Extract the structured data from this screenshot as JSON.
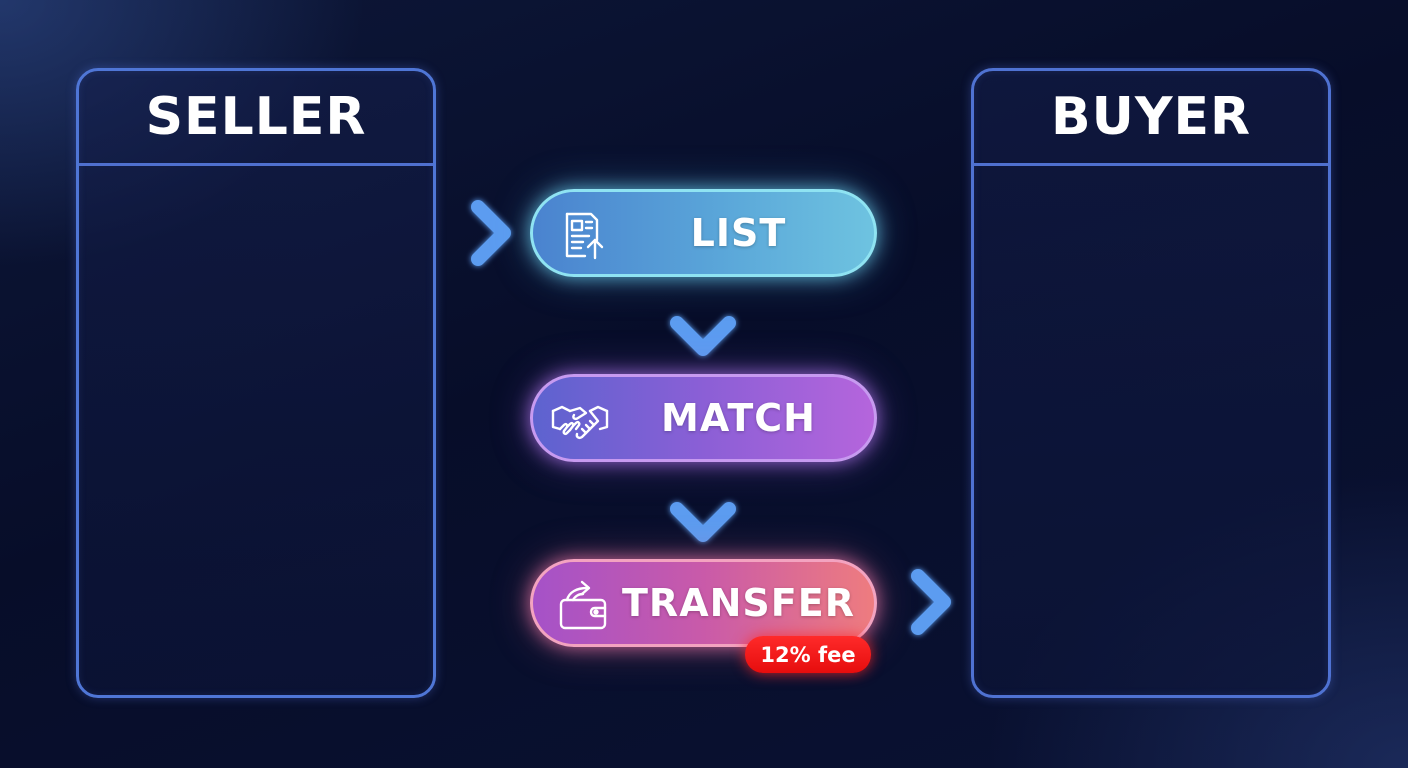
{
  "panels": {
    "seller": {
      "title": "SELLER"
    },
    "buyer": {
      "title": "BUYER"
    }
  },
  "steps": [
    {
      "label": "LIST",
      "icon": "list-upload-icon"
    },
    {
      "label": "MATCH",
      "icon": "handshake-icon"
    },
    {
      "label": "TRANSFER",
      "icon": "wallet-transfer-icon"
    }
  ],
  "fee_badge": "12% fee",
  "colors": {
    "background": "#070d29",
    "panel_border": "#4f76d6",
    "arrow": "#4a8ae0",
    "list": "#5aa6d9",
    "match": "#8b5fd6",
    "transfer": "#e06a95",
    "fee": "#ff1f1f"
  }
}
